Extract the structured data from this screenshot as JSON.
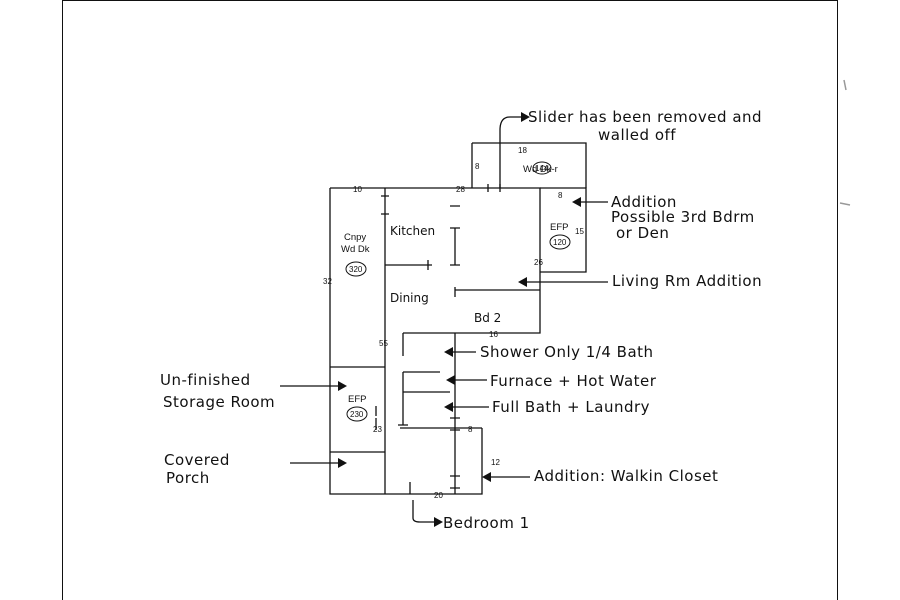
{
  "notes": {
    "slider_line1": "Slider has been removed and",
    "slider_line2": "walled off",
    "addition_line1": "Addition",
    "addition_line2": "Possible 3rd Bdrm",
    "addition_line3": "or Den",
    "living_addition": "Living Rm Addition",
    "shower": "Shower Only 1/4 Bath",
    "furnace": "Furnace + Hot Water",
    "full_bath": "Full Bath + Laundry",
    "walkin": "Addition: Walkin Closet",
    "bedroom1": "Bedroom 1",
    "storage_line1": "Un-finished",
    "storage_line2": "Storage Room",
    "porch_line1": "Covered",
    "porch_line2": "Porch"
  },
  "rooms": {
    "kitchen": "Kitchen",
    "dining": "Dining",
    "bd2": "Bd 2"
  },
  "areas": {
    "wd_dk_r_label": "Wd Dk-r",
    "wd_dk_r_area": "144",
    "cnpy_label1": "Cnpy",
    "cnpy_label2": "Wd Dk",
    "cnpy_area": "320",
    "efp_top_label": "EFP",
    "efp_top_area": "120",
    "efp_bottom_label": "EFP",
    "efp_bottom_area": "230"
  },
  "dimensions": {
    "d18": "18",
    "d8a": "8",
    "d10": "10",
    "d28": "28",
    "d8b": "8",
    "d15": "15",
    "d26": "26",
    "d32": "32",
    "d16": "16",
    "d55": "55",
    "d23": "23",
    "d8c": "8",
    "d12": "12",
    "d20": "20"
  }
}
